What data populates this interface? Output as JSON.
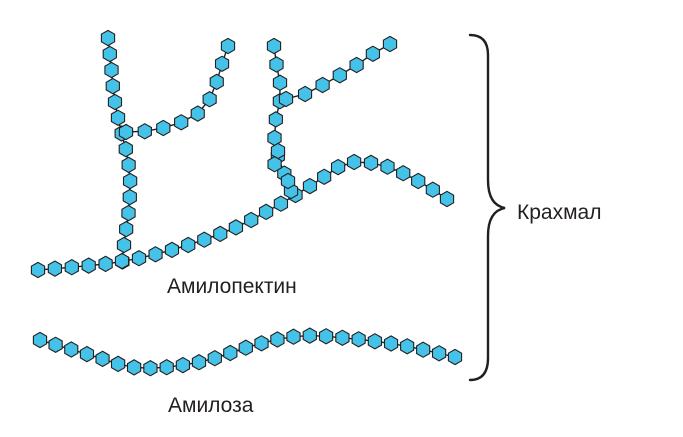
{
  "labels": {
    "amylopectin": "Амилопектин",
    "amylose": "Амилоза",
    "starch": "Крахмал"
  },
  "colors": {
    "monomer_fill": "#45c2e8",
    "outline": "#231f20"
  },
  "structure": {
    "amylopectin_chains": 6,
    "amylose_chains": 1,
    "monomer_shape": "hexagon-icon",
    "grouping": "right curly brace grouping amylopectin and amylose"
  }
}
